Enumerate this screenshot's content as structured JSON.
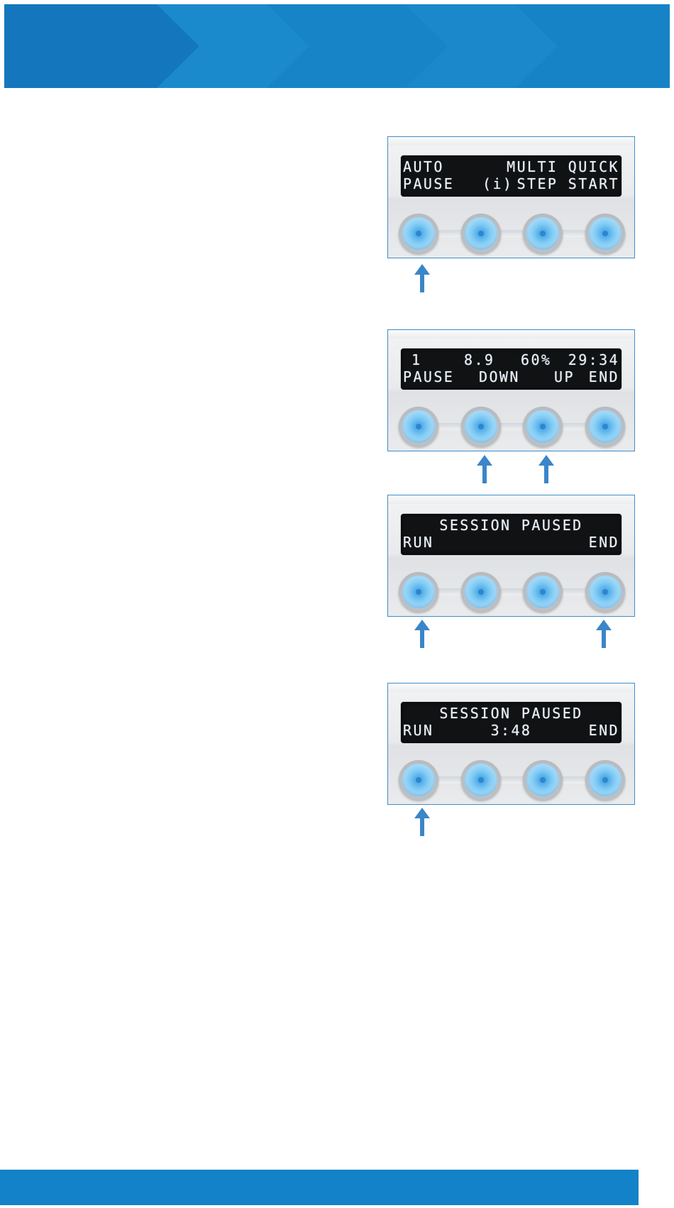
{
  "colors": {
    "brand_blue": "#1382c8",
    "arrow_blue": "#3a86c8",
    "panel_border": "#3d8ecb",
    "display_bg": "#111214",
    "display_text": "#eef2f6"
  },
  "panels": [
    {
      "line1": [
        "AUTO",
        "MULTI QUICK"
      ],
      "line2": [
        "PAUSE",
        "(i)",
        "STEP START"
      ],
      "buttons": [
        "auto-pause",
        "info",
        "multi-step",
        "quick-start"
      ],
      "arrows_under": [
        1
      ]
    },
    {
      "line1": [
        "1",
        "8.9",
        "60%",
        "29:34"
      ],
      "line2": [
        "PAUSE",
        "DOWN",
        "UP",
        "END"
      ],
      "buttons": [
        "pause",
        "down",
        "up",
        "end"
      ],
      "arrows_under": [
        2,
        3
      ]
    },
    {
      "line1": [
        "SESSION PAUSED"
      ],
      "line2": [
        "RUN",
        "END"
      ],
      "buttons": [
        "run",
        "blank-2",
        "blank-3",
        "end"
      ],
      "arrows_under": [
        1,
        4
      ]
    },
    {
      "line1": [
        "SESSION PAUSED"
      ],
      "line2": [
        "RUN",
        "3:48",
        "END"
      ],
      "buttons": [
        "run",
        "blank-2",
        "blank-3",
        "end"
      ],
      "arrows_under": [
        1
      ]
    }
  ]
}
